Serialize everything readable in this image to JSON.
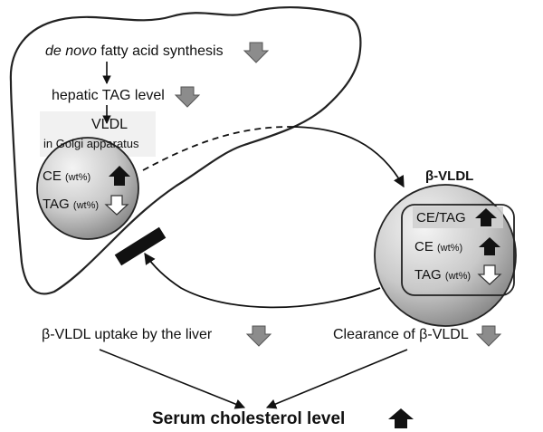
{
  "liver": {
    "synthesis_italic": "de novo",
    "synthesis_rest": "fatty acid synthesis",
    "hepatic_tag": "hepatic TAG level",
    "vldl": "VLDL",
    "golgi": "in Golgi apparatus",
    "particle": {
      "ce": "CE",
      "ce_unit": "(wt%)",
      "tag": "TAG",
      "tag_unit": "(wt%)"
    }
  },
  "beta_vldl": {
    "title": "β-VLDL",
    "ratio": "CE/TAG",
    "ce": "CE",
    "ce_unit": "(wt%)",
    "tag": "TAG",
    "tag_unit": "(wt%)"
  },
  "uptake": "β-VLDL uptake by the liver",
  "clearance": "Clearance of β-VLDL",
  "serum": "Serum cholesterol level",
  "colors": {
    "arrow_gray": "#8c8c8c",
    "arrow_black": "#111111",
    "outline": "#222222"
  }
}
